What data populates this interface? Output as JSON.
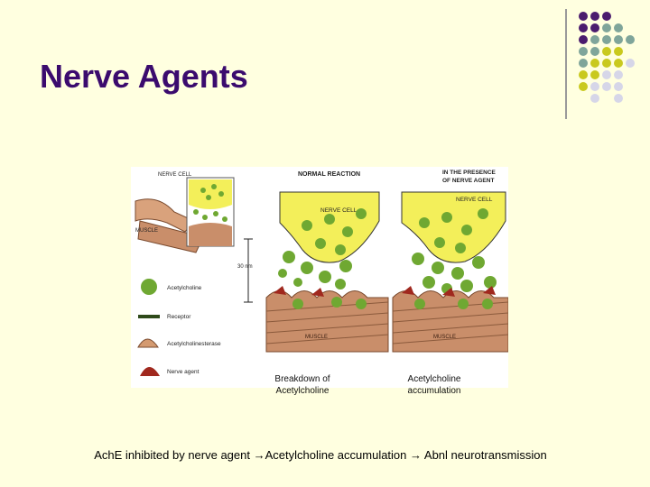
{
  "slide": {
    "title": "Nerve Agents",
    "caption_left_line1": "Breakdown of",
    "caption_left_line2": "Acetylcholine",
    "caption_right_line1": "Acetylcholine",
    "caption_right_line2": "accumulation",
    "bottom_text": "AchE inhibited by nerve agent →Acetylcholine accumulation → Abnl neurotransmission"
  },
  "figure": {
    "labels": {
      "nerve_cell": "NERVE CELL",
      "muscle": "MUSCLE",
      "normal_reaction": "NORMAL REACTION",
      "presence_line1": "IN THE PRESENCE",
      "presence_line2": "OF NERVE AGENT",
      "nerve_cell_panel": "NERVE CELL",
      "scale": "30 nm",
      "muscle_panel": "MUSCLE"
    },
    "legend": [
      {
        "label": "Acetylcholine"
      },
      {
        "label": "Receptor"
      },
      {
        "label": "Acetylcholinesterase"
      },
      {
        "label": "Nerve agent"
      }
    ]
  },
  "colors": {
    "title": "#3B0B6E",
    "background": "#FFFFE0",
    "dot_purple": "#4B1C6E",
    "dot_teal": "#7FA59A",
    "dot_yellow": "#C9C91E",
    "dot_lavender": "#D6D6E8",
    "acetylcholine": "#6FA832",
    "nerve_cell_fill": "#F3EF5A",
    "muscle_fill": "#C98E6A",
    "nerve_agent": "#A0281E"
  }
}
